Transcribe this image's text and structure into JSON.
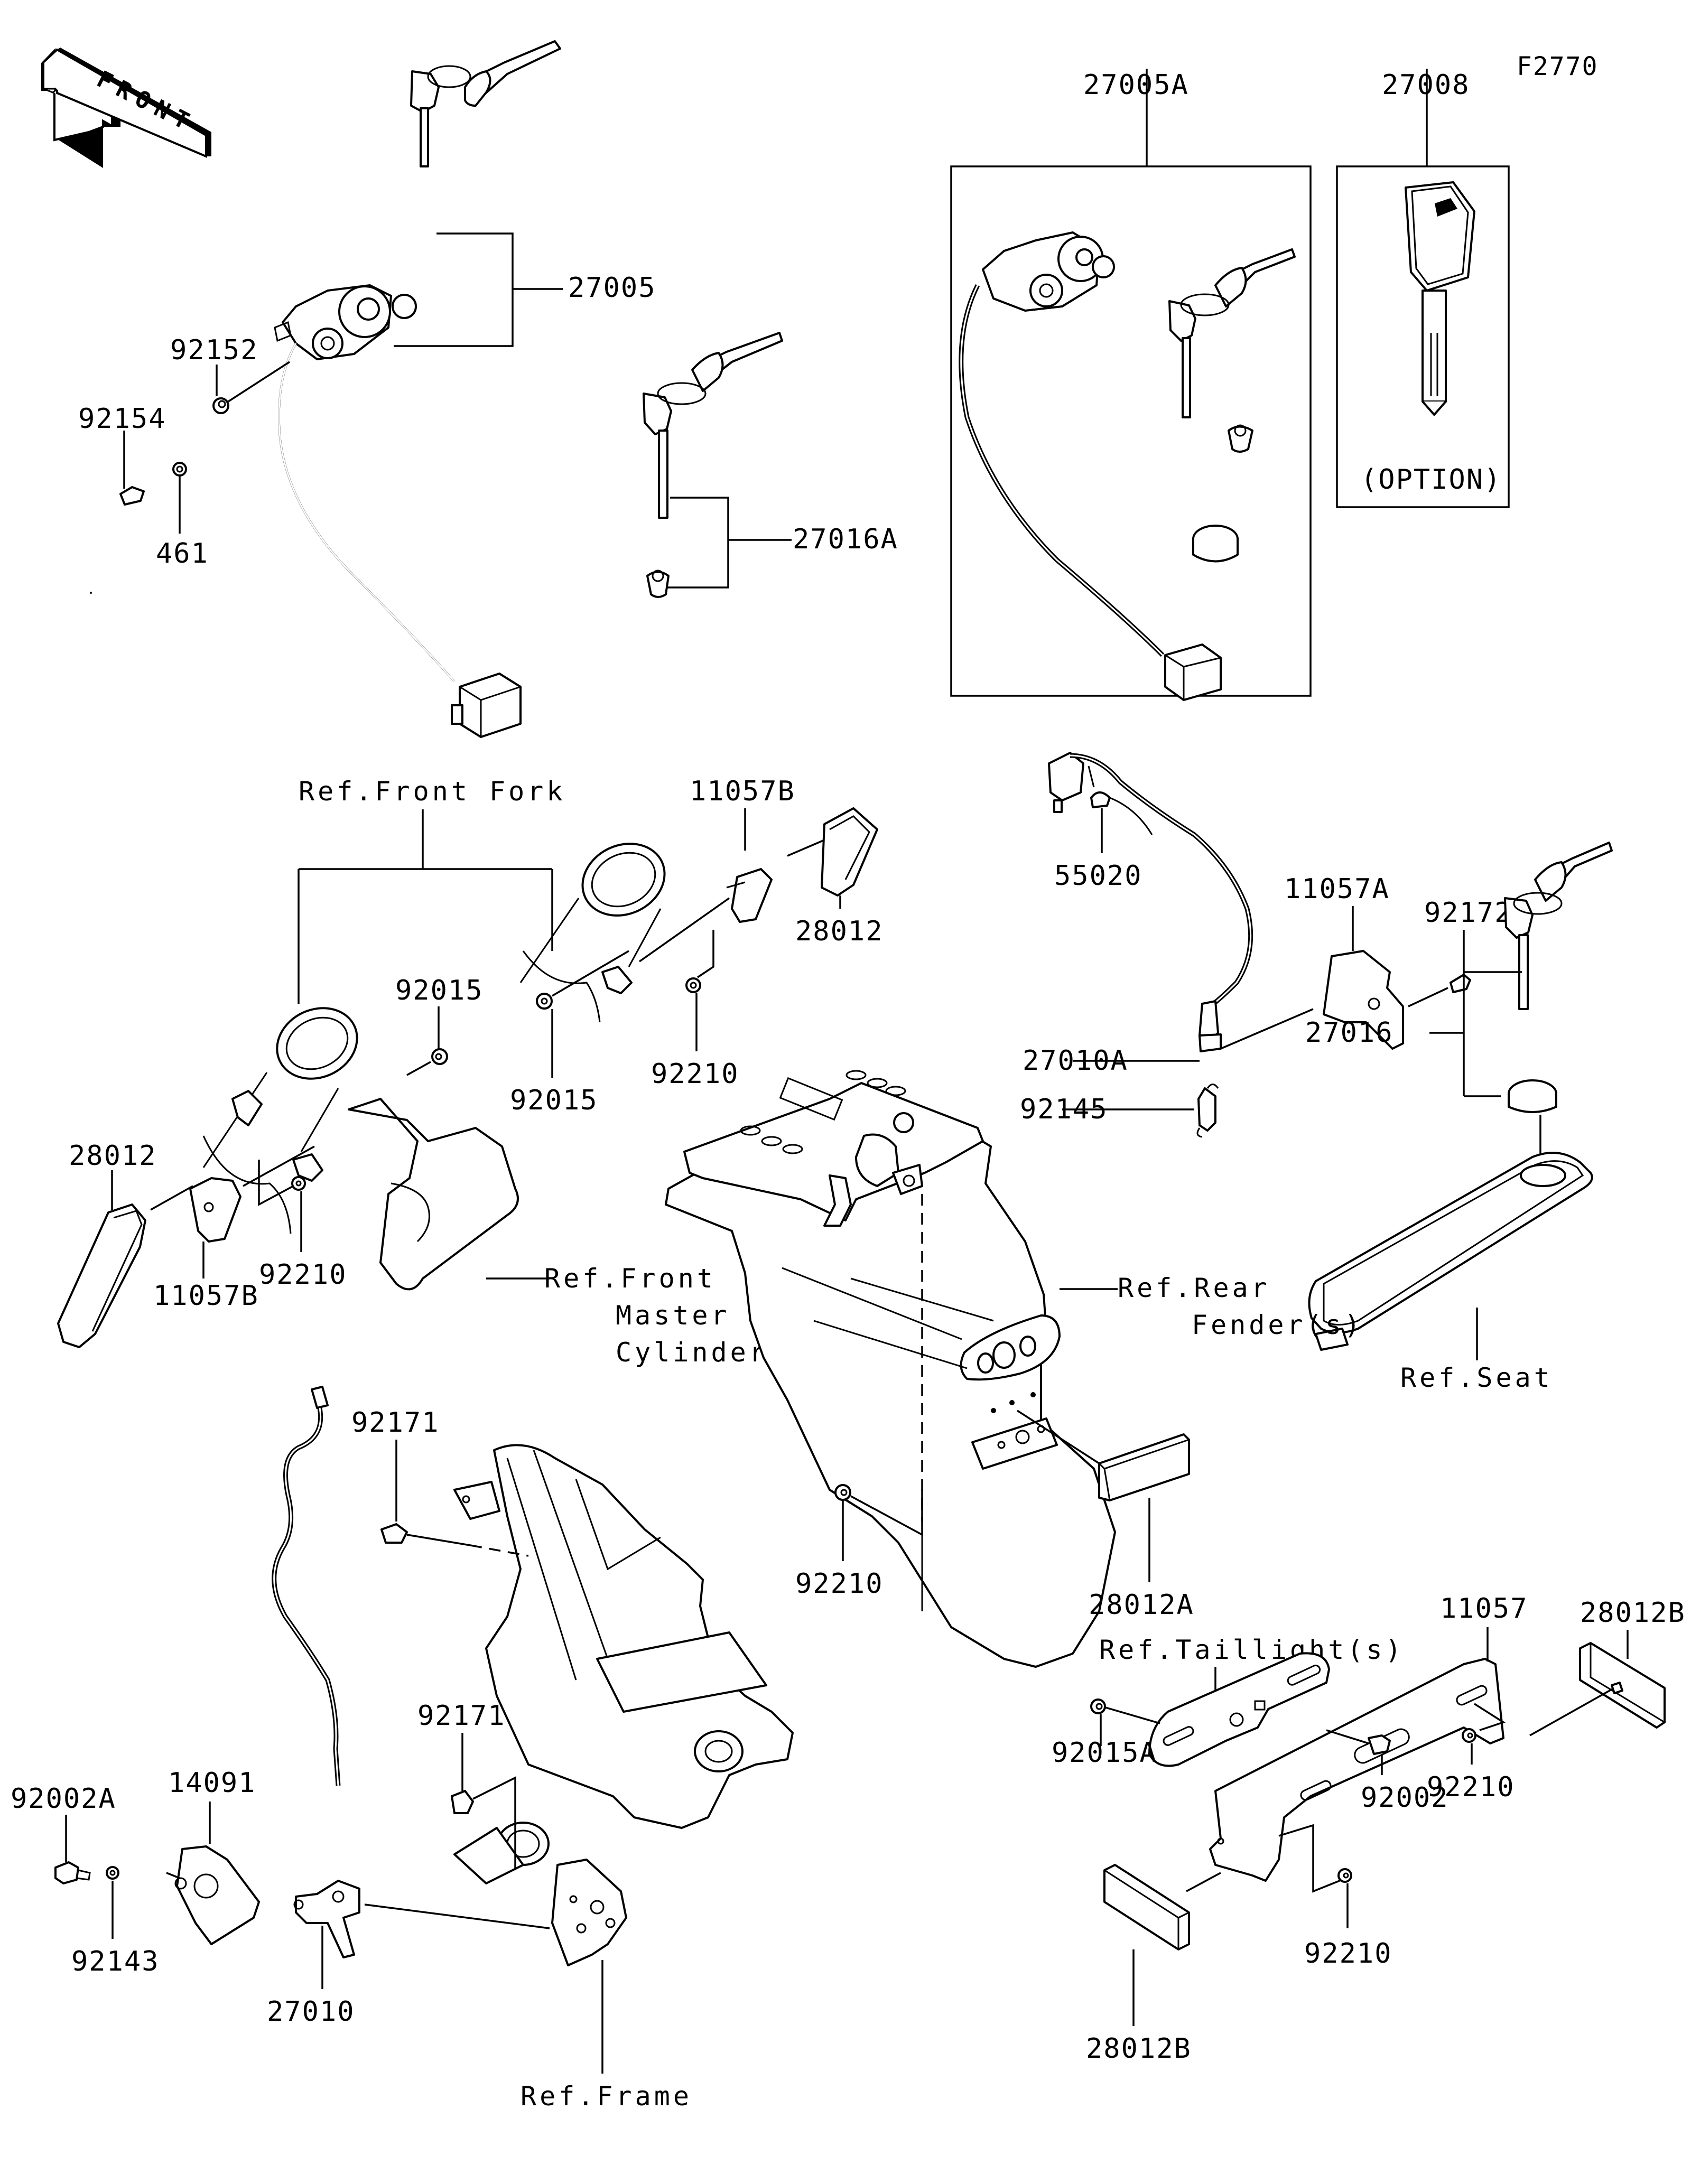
{
  "figure": {
    "id": "F2770",
    "title": "Ignition Switch / Locks / Reflectors parts diagram",
    "front_indicator": "FRONT",
    "option_note": "(OPTION)"
  },
  "part_labels": {
    "p27005": "27005",
    "p27005A": "27005A",
    "p27008": "27008",
    "p92152": "92152",
    "p92154": "92154",
    "p461": "461",
    "p27016A": "27016A",
    "p27016": "27016",
    "p11057B_top": "11057B",
    "p11057B_left": "11057B",
    "p28012_top": "28012",
    "p28012_left": "28012",
    "p92015_left": "92015",
    "p92015_center": "92015",
    "p92210_top": "92210",
    "p92210_left": "92210",
    "p92210_fender": "92210",
    "p92210_right": "92210",
    "p92210_bottom": "92210",
    "p55020": "55020",
    "p11057A": "11057A",
    "p92172": "92172",
    "p27010A": "27010A",
    "p92145": "92145",
    "p28012A": "28012A",
    "p92171_top": "92171",
    "p92171_mid": "92171",
    "p92002A": "92002A",
    "p14091": "14091",
    "p92143": "92143",
    "p27010": "27010",
    "p11057": "11057",
    "p28012B_top": "28012B",
    "p28012B_bottom": "28012B",
    "p92015A": "92015A",
    "p92002": "92002"
  },
  "reference_labels": {
    "front_fork": "Ref.Front Fork",
    "front_master_cylinder": [
      "Ref.Front",
      "Master",
      "Cylinder"
    ],
    "rear_fender": [
      "Ref.Rear",
      "Fender(s)"
    ],
    "seat": "Ref.Seat",
    "taillight": "Ref.Taillight(s)",
    "frame": "Ref.Frame"
  }
}
